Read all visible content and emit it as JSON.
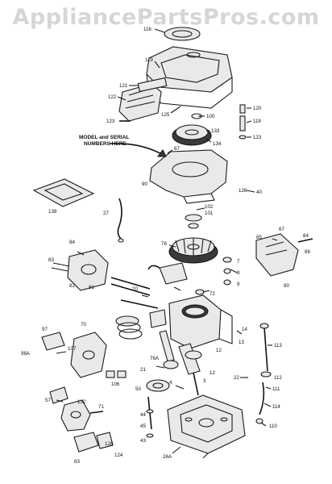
{
  "watermark": "AppliancePartsPros.com",
  "annotation": {
    "line1": "MODEL and SERIAL",
    "line2": "NUMBERS HERE"
  },
  "labels": {
    "p116": "116",
    "p119": "119",
    "p121": "121",
    "p122": "122",
    "p123a": "123",
    "p125": "125",
    "p100": "100",
    "p133": "133",
    "p120": "120",
    "p118": "118",
    "p123b": "123",
    "p134": "134",
    "p67a": "67",
    "p90": "90",
    "p138": "138",
    "p126": "126",
    "p40": "40",
    "p27": "27",
    "p102": "102",
    "p101": "101",
    "p84a": "84",
    "p83a": "83",
    "p82": "82",
    "p81": "81",
    "p78": "78",
    "p85": "85",
    "p67b": "67",
    "p84b": "84",
    "p86": "86",
    "p80": "80",
    "p7": "7",
    "p8": "8",
    "p9": "9",
    "p72": "72",
    "p20": "20",
    "p14": "14",
    "p70": "70",
    "p113": "113",
    "p13": "13",
    "p12a": "12",
    "p112": "112",
    "p98A": "98A",
    "p97": "97",
    "p107": "107",
    "p106": "106",
    "p21": "21",
    "p76A": "76A",
    "p4": "4",
    "p12b": "12",
    "p3": "3",
    "p22": "22",
    "p111": "111",
    "p114": "114",
    "p110": "110",
    "p57": "57",
    "p132": "132",
    "p71": "71",
    "p50": "50",
    "p44": "44",
    "p45": "45",
    "p43": "43",
    "p26A": "26A",
    "p124": "124",
    "p83b": "83",
    "p128": "128"
  }
}
